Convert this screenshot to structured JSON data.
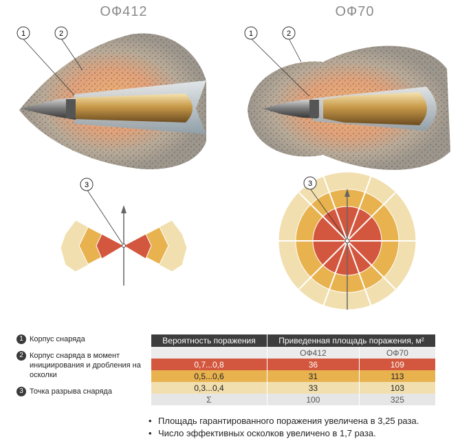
{
  "titles": {
    "left": "ОФ412",
    "right": "ОФ70"
  },
  "callouts": {
    "c1": "1",
    "c2": "2",
    "c3": "3"
  },
  "legend": [
    {
      "num": "1",
      "text": "Корпус снаряда"
    },
    {
      "num": "2",
      "text": "Корпус снаряда в момент инициирования и дробления на осколки"
    },
    {
      "num": "3",
      "text": "Точка разрыва снаряда"
    }
  ],
  "table": {
    "header_left": "Вероятность поражения",
    "header_right": "Приведенная площадь поражения, м²",
    "sub_left": "ОФ412",
    "sub_right": "ОФ70",
    "rows": [
      {
        "prob": "0,7...0,8",
        "a": "36",
        "b": "109"
      },
      {
        "prob": "0,5...0,6",
        "a": "31",
        "b": "113"
      },
      {
        "prob": "0,3...0,4",
        "a": "33",
        "b": "103"
      },
      {
        "prob": "Σ",
        "a": "100",
        "b": "325"
      }
    ]
  },
  "notes": [
    "Площадь гарантированного поражения увеличена в 3,25 раза.",
    "Число эффективных осколков увеличено в 1,7 раза."
  ],
  "colors": {
    "zone_high": "#d3573e",
    "zone_mid": "#e8b24f",
    "zone_low": "#f1dfaf",
    "header": "#3d3d3d"
  }
}
